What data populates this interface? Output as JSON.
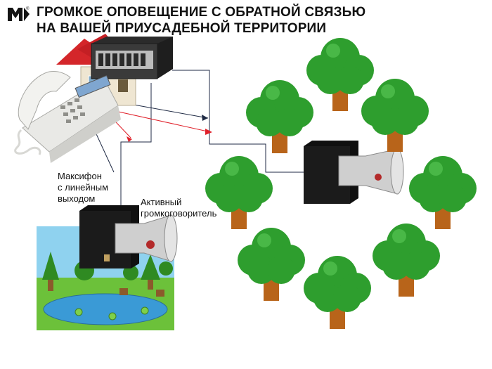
{
  "title": {
    "line1": "ГРОМКОЕ ОПОВЕЩЕНИЕ С ОБРАТНОЙ СВЯЗЬЮ",
    "line2": "НА ВАШЕЙ ПРИУСАДЕБНОЙ ТЕРРИТОРИИ"
  },
  "logo": {
    "mark": "M",
    "registered": "®"
  },
  "labels": {
    "maxifon": [
      "Максифон",
      "с линейным",
      "выходом"
    ],
    "speaker": [
      "Активный",
      "громкоговоритель"
    ]
  },
  "colors": {
    "tree_green": "#2e9e2e",
    "trunk_brown": "#b8641a",
    "wire_dark": "#1f2a44",
    "wire_red": "#e0202a",
    "roof_red": "#d4262a",
    "speaker_box": "#1a1a1a",
    "horn": "#c9c9c9",
    "pond_water": "#3a9ad6"
  }
}
